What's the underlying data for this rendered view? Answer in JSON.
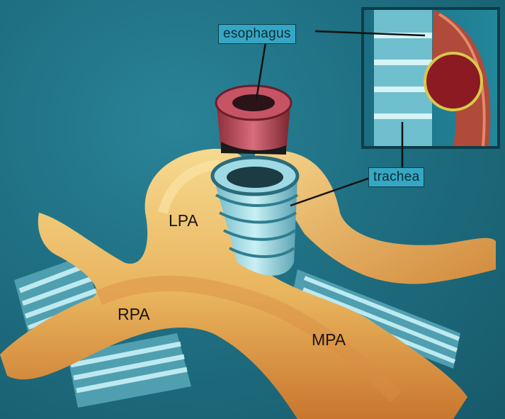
{
  "figure": {
    "labels": {
      "esophagus": "esophagus",
      "trachea": "trachea",
      "lpa": "LPA",
      "rpa": "RPA",
      "mpa": "MPA"
    },
    "colors": {
      "background": "#1f6c7e",
      "artery": "#e8b95f",
      "artery_shadow": "#c9762e",
      "trachea_ring": "#8fd3e0",
      "esophagus": "#c9566a",
      "inset_border": "#0d3d49"
    }
  }
}
